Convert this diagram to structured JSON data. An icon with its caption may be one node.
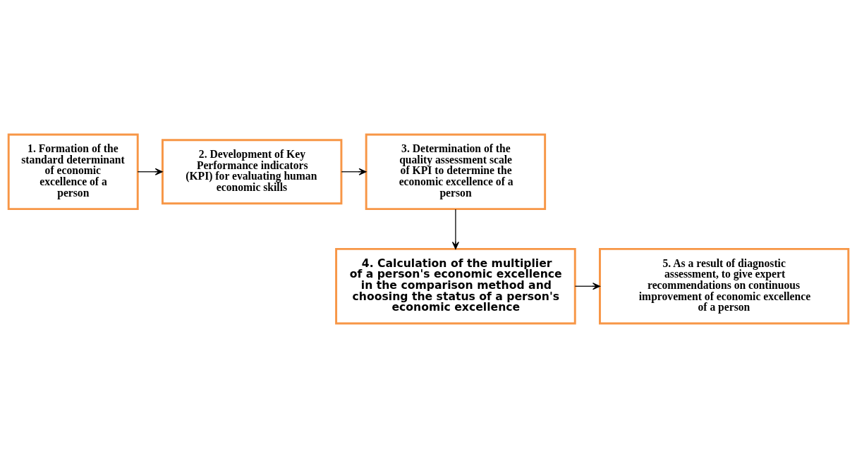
{
  "diagram": {
    "nodes": [
      {
        "text": [
          "1. Formation of the standard determinant of economic excellence of a person"
        ]
      },
      {
        "text": [
          "2. Development of Key Performance indicators (KPI) for evaluating human economic skills"
        ]
      },
      {
        "text": [
          "3. Determination of the quality assessment scale of KPI to determine the economic excellence of a person"
        ]
      },
      {
        "text": [
          "4. Calculation of the multiplier of a person's economic excellence in the comparison method and choosing the status of a person's economic excellence"
        ]
      },
      {
        "text": [
          "5. As a result of diagnostic assessment, to give expert recommendations on continuous improvement of economic excellence of a person"
        ]
      }
    ],
    "edges": [
      {
        "from": 0,
        "to": 1,
        "arrow": "to"
      },
      {
        "from": 1,
        "to": 2,
        "arrow": "to"
      },
      {
        "from": 2,
        "to": 3,
        "arrow": "to"
      },
      {
        "from": 3,
        "to": 4,
        "arrow": "to"
      }
    ]
  }
}
